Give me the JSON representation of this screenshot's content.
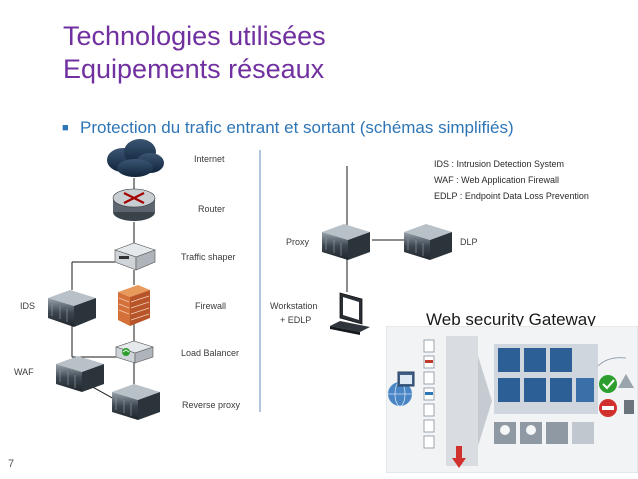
{
  "slide": {
    "title_line1": "Technologies utilisées",
    "title_line2": "Equipements réseaux",
    "bullet": "Protection du trafic entrant et sortant (schémas simplifiés)",
    "page_number": "7"
  },
  "left_diagram": {
    "internet": "Internet",
    "router": "Router",
    "traffic_shaper": "Traffic shaper",
    "firewall": "Firewall",
    "load_balancer": "Load Balancer",
    "reverse_proxy": "Reverse proxy",
    "ids": "IDS",
    "waf": "WAF"
  },
  "right_diagram": {
    "proxy": "Proxy",
    "dlp": "DLP",
    "workstation_line1": "Workstation",
    "workstation_line2": "+ EDLP",
    "glossary": [
      "IDS : Intrusion Detection System",
      "WAF : Web Application Firewall",
      "EDLP : Endpoint Data Loss Prevention"
    ],
    "gateway_title": "Web security Gateway"
  },
  "colors": {
    "title": "#7030a0",
    "bullet": "#2e75b6",
    "divider": "#7f9fc8"
  }
}
